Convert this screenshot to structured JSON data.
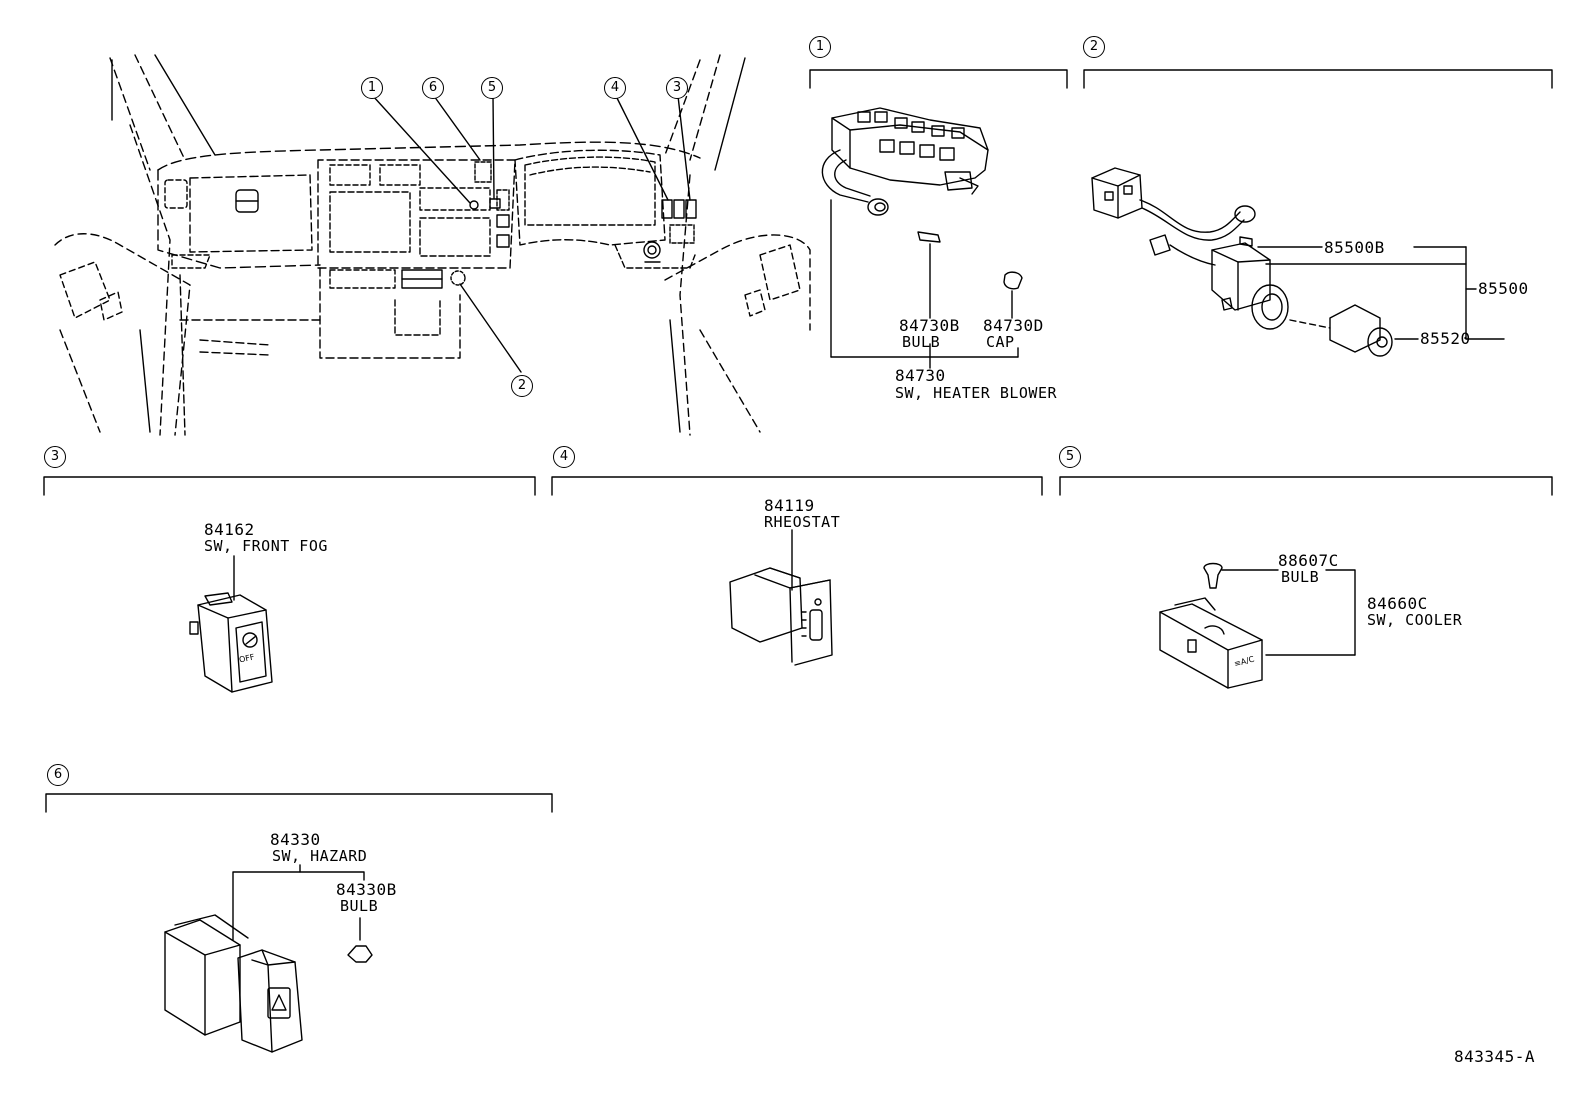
{
  "callouts": {
    "c1": "1",
    "c2": "2",
    "c3": "3",
    "c4": "4",
    "c5": "5",
    "c6": "6"
  },
  "section1": {
    "bulb_pn": "84730B",
    "bulb_name": "BULB",
    "cap_pn": "84730D",
    "cap_name": "CAP",
    "switch_pn": "84730",
    "switch_name": "SW, HEATER BLOWER"
  },
  "section2": {
    "p1": "85500B",
    "assembly": "85500",
    "p2": "85520"
  },
  "section3": {
    "pn": "84162",
    "name": "SW, FRONT FOG",
    "icon_text": "OFF"
  },
  "section4": {
    "pn": "84119",
    "name": "RHEOSTAT"
  },
  "section5": {
    "bulb_pn": "88607C",
    "bulb_name": "BULB",
    "switch_pn": "84660C",
    "switch_name": "SW, COOLER",
    "icon_text": "≡A/C"
  },
  "section6": {
    "switch_pn": "84330",
    "switch_name": "SW, HAZARD",
    "bulb_pn": "84330B",
    "bulb_name": "BULB"
  },
  "diagram_id": "843345-A"
}
